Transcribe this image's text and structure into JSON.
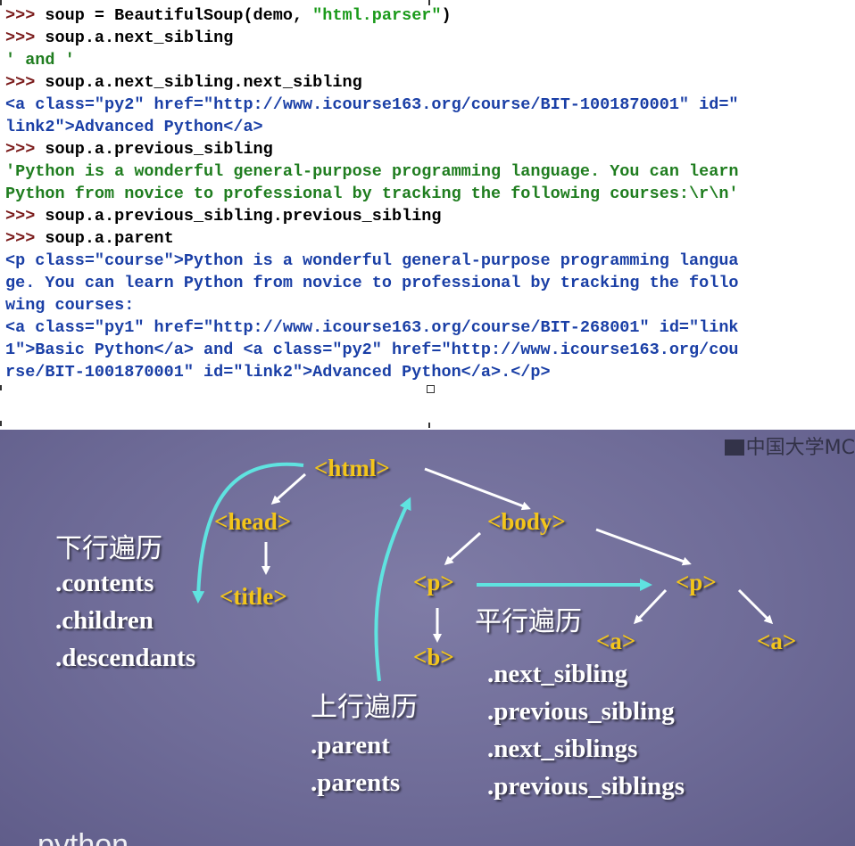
{
  "console": {
    "lines": [
      {
        "prompt": ">>> ",
        "code": "soup = BeautifulSoup(demo, ",
        "str": "\"html.parser\"",
        "tail": ")"
      },
      {
        "prompt": ">>> ",
        "code": "soup.a.next_sibling"
      },
      {
        "out": "' and '",
        "kind": "green"
      },
      {
        "prompt": ">>> ",
        "code": "soup.a.next_sibling.next_sibling"
      },
      {
        "out": "<a class=\"py2\" href=\"http://www.icourse163.org/course/BIT-1001870001\" id=\"",
        "kind": "blue"
      },
      {
        "out": "link2\">Advanced Python</a>",
        "kind": "blue"
      },
      {
        "prompt": ">>> ",
        "code": "soup.a.previous_sibling"
      },
      {
        "out": "'Python is a wonderful general-purpose programming language. You can learn",
        "kind": "green"
      },
      {
        "out": "Python from novice to professional by tracking the following courses:\\r\\n'",
        "kind": "green"
      },
      {
        "prompt": ">>> ",
        "code": "soup.a.previous_sibling.previous_sibling"
      },
      {
        "prompt": ">>> ",
        "code": "soup.a.parent"
      },
      {
        "out": "<p class=\"course\">Python is a wonderful general-purpose programming langua",
        "kind": "blue"
      },
      {
        "out": "ge. You can learn Python from novice to professional by tracking the follo",
        "kind": "blue"
      },
      {
        "out": "wing courses:",
        "kind": "blue"
      },
      {
        "out": "<a class=\"py1\" href=\"http://www.icourse163.org/course/BIT-268001\" id=\"link",
        "kind": "blue"
      },
      {
        "out": "1\">Basic Python</a> and <a class=\"py2\" href=\"http://www.icourse163.org/cou",
        "kind": "blue"
      },
      {
        "out": "rse/BIT-1001870001\" id=\"link2\">Advanced Python</a>.</p>",
        "kind": "blue"
      }
    ]
  },
  "slide": {
    "logo_text": "中国大学MC",
    "python_logo": "python",
    "tags": {
      "html": "<html>",
      "head": "<head>",
      "title": "<title>",
      "body": "<body>",
      "p1": "<p>",
      "p2": "<p>",
      "b": "<b>",
      "a1": "<a>",
      "a2": "<a>"
    },
    "down": {
      "heading": "下行遍历",
      "items": [
        ".contents",
        ".children",
        ".descendants"
      ]
    },
    "up": {
      "heading": "上行遍历",
      "items": [
        ".parent",
        ".parents"
      ]
    },
    "parallel": {
      "heading": "平行遍历",
      "items": [
        ".next_sibling",
        ".previous_sibling",
        ".next_siblings",
        ".previous_siblings"
      ]
    },
    "colors": {
      "tag": "#f3c51b",
      "cyan_arrow": "#5fe3e0",
      "white_arrow": "#ffffff",
      "background": "#6f6c98"
    }
  }
}
